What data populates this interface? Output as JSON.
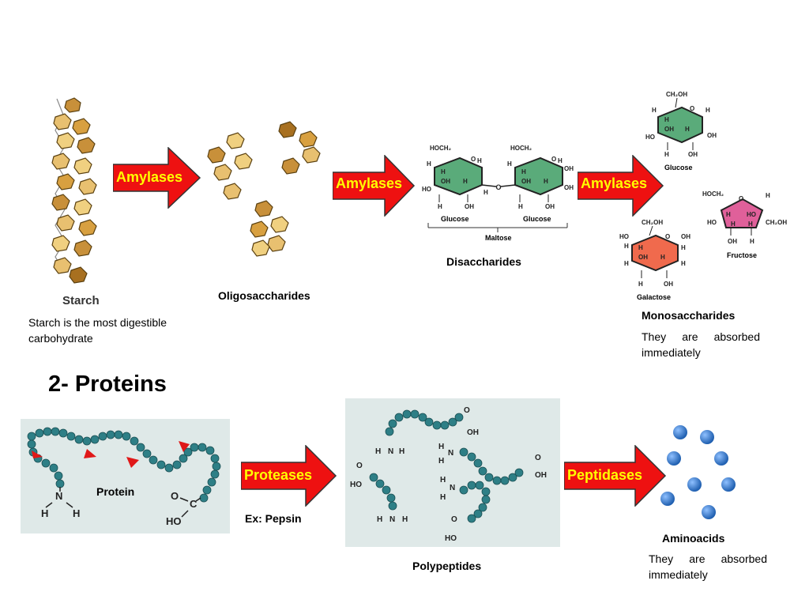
{
  "carbohydrates": {
    "starch_label": "Starch",
    "starch_note": "Starch is the most digestible carbohydrate",
    "oligosaccharides_label": "Oligosaccharides",
    "disaccharides_label": "Disaccharides",
    "monosaccharides_label": "Monosaccharides",
    "monosaccharides_note": "They are absorbed immediately",
    "arrows": [
      "Amylases",
      "Amylases",
      "Amylases"
    ],
    "maltose": {
      "left_unit": "Glucose",
      "right_unit": "Glucose",
      "bracket_label": "Maltose"
    },
    "mono_units": [
      "Glucose",
      "Fructose",
      "Galactose"
    ]
  },
  "proteins": {
    "heading": "2- Proteins",
    "protein_label": "Protein",
    "polypeptides_label": "Polypeptides",
    "aminoacids_label": "Aminoacids",
    "aminoacids_note": "They are absorbed immediately",
    "enzyme_example": "Ex: Pepsin",
    "arrows": [
      "Proteases",
      "Peptidases"
    ]
  },
  "colors": {
    "arrow_fill": "#ee1111",
    "arrow_text": "#ffff00",
    "glucose": "#5aab7a",
    "fructose": "#e0609a",
    "galactose": "#f06a4d",
    "bead": "#2e7f86",
    "amino_acid": "#2f6fc0",
    "panel_bg": "#dfe9e8"
  }
}
